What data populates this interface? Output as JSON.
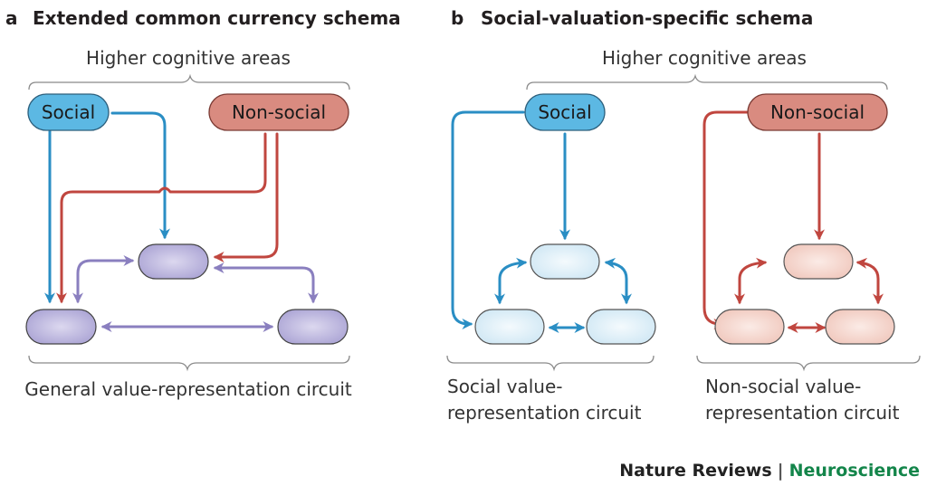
{
  "panels": {
    "a": {
      "letter": "a",
      "title": "Extended common currency schema",
      "top_label": "Higher cognitive areas",
      "bottom_label": "General value-representation circuit",
      "nodes": {
        "social": "Social",
        "non_social": "Non-social"
      }
    },
    "b": {
      "letter": "b",
      "title": "Social-valuation-specific schema",
      "top_label": "Higher cognitive areas",
      "bottom_label_social": [
        "Social value-",
        "representation circuit"
      ],
      "bottom_label_nonsocial": [
        "Non-social value-",
        "representation circuit"
      ],
      "nodes": {
        "social": "Social",
        "non_social": "Non-social"
      }
    }
  },
  "footer": {
    "journal": "Nature Reviews",
    "separator": "|",
    "section": "Neuroscience"
  },
  "colors": {
    "social": "#2a8ec4",
    "non_social": "#c0463f",
    "general": "#8a7fbf",
    "social_fill": "#5cb8e3",
    "non_social_fill": "#d98b80",
    "general_node": "#b8b2dc",
    "social_node": "#dff0f9",
    "non_social_node": "#f6d6ce",
    "brand_green": "#13854a"
  }
}
